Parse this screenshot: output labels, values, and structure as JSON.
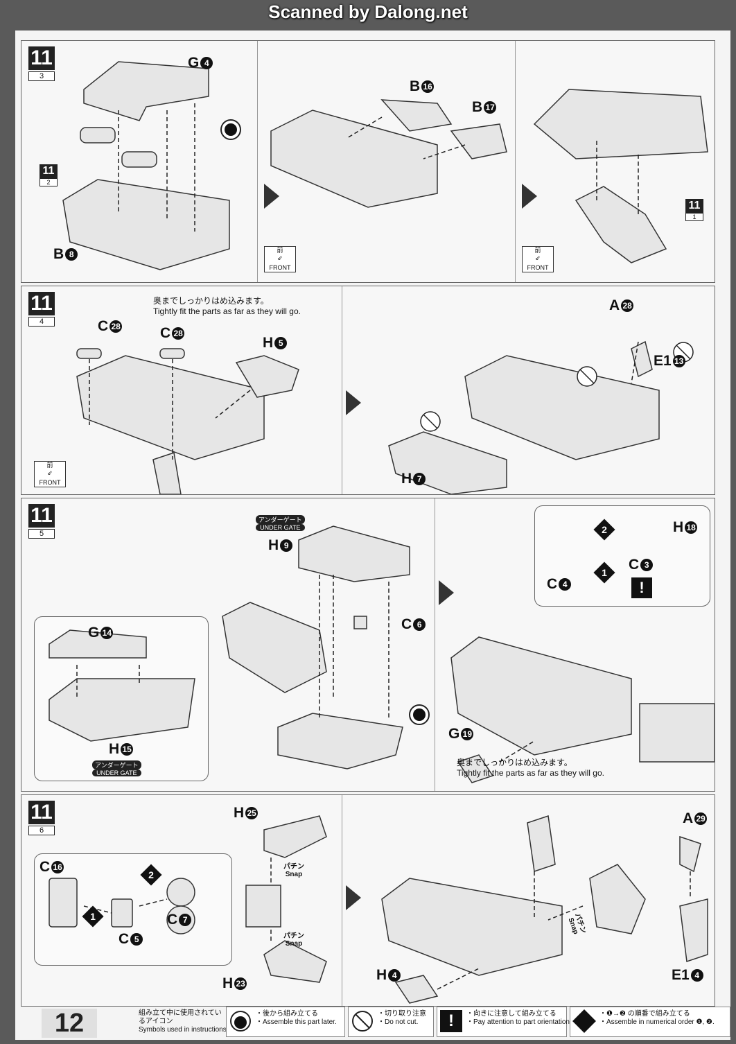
{
  "watermark": "Scanned by Dalong.net",
  "steps": {
    "s3": {
      "num": "11",
      "sub": "3",
      "ref_num": "11",
      "ref_sub": "2",
      "ref2_num": "11",
      "ref2_sub": "1",
      "labels": {
        "g4": "G",
        "b8": "B",
        "b16": "B",
        "b17": "B"
      },
      "circ": {
        "g4": "4",
        "b8": "8",
        "b16": "16",
        "b17": "17"
      },
      "front_jp": "前",
      "front_en": "FRONT"
    },
    "s4": {
      "num": "11",
      "sub": "4",
      "note_jp": "奥までしっかりはめ込みます。",
      "note_en": "Tightly fit the parts as far as they will go.",
      "labels": {
        "c28a": "C",
        "c28b": "C",
        "h5": "H",
        "a28": "A",
        "e1_13": "E1",
        "h7": "H"
      },
      "circ": {
        "c28a": "28",
        "c28b": "28",
        "h5": "5",
        "a28": "28",
        "e1_13": "13",
        "h7": "7"
      },
      "front_jp": "前",
      "front_en": "FRONT"
    },
    "s5": {
      "num": "11",
      "sub": "5",
      "gate_jp": "アンダーゲート",
      "gate_en": "UNDER GATE",
      "labels": {
        "h9": "H",
        "c6": "C",
        "g14": "G",
        "h15": "H",
        "h18": "H",
        "c3": "C",
        "c4": "C",
        "g19": "G"
      },
      "circ": {
        "h9": "9",
        "c6": "6",
        "g14": "14",
        "h15": "15",
        "h18": "18",
        "c3": "3",
        "c4": "4",
        "g19": "19"
      },
      "seq1": "1",
      "seq2": "2",
      "warn": "!",
      "note_jp": "奥までしっかりはめ込みます。",
      "note_en": "Tightly fit the parts as far as they will go."
    },
    "s6": {
      "num": "11",
      "sub": "6",
      "labels": {
        "c16": "C",
        "c5": "C",
        "c7": "C",
        "h25": "H",
        "h23": "H",
        "h4": "H",
        "a29": "A",
        "e1_4": "E1"
      },
      "circ": {
        "c16": "16",
        "c5": "5",
        "c7": "7",
        "h25": "25",
        "h23": "23",
        "h4": "4",
        "a29": "29",
        "e1_4": "4"
      },
      "seq1": "1",
      "seq2": "2",
      "snap_jp": "パチン",
      "snap_en": "Snap"
    }
  },
  "footer": {
    "page": "12",
    "legend_jp": "組み立て中に使用されているアイコン",
    "legend_en": "Symbols used in instructions",
    "items": [
      {
        "jp": "・後から組み立てる",
        "en": "・Assemble this part later."
      },
      {
        "jp": "・切り取り注意",
        "en": "・Do not cut."
      },
      {
        "jp": "・向きに注意して組み立てる",
        "en": "・Pay attention to part orientation when assembling."
      },
      {
        "jp": "・❶→❷ の順番で組み立てる",
        "en": "・Assemble in numerical order ❶, ❷."
      }
    ]
  }
}
